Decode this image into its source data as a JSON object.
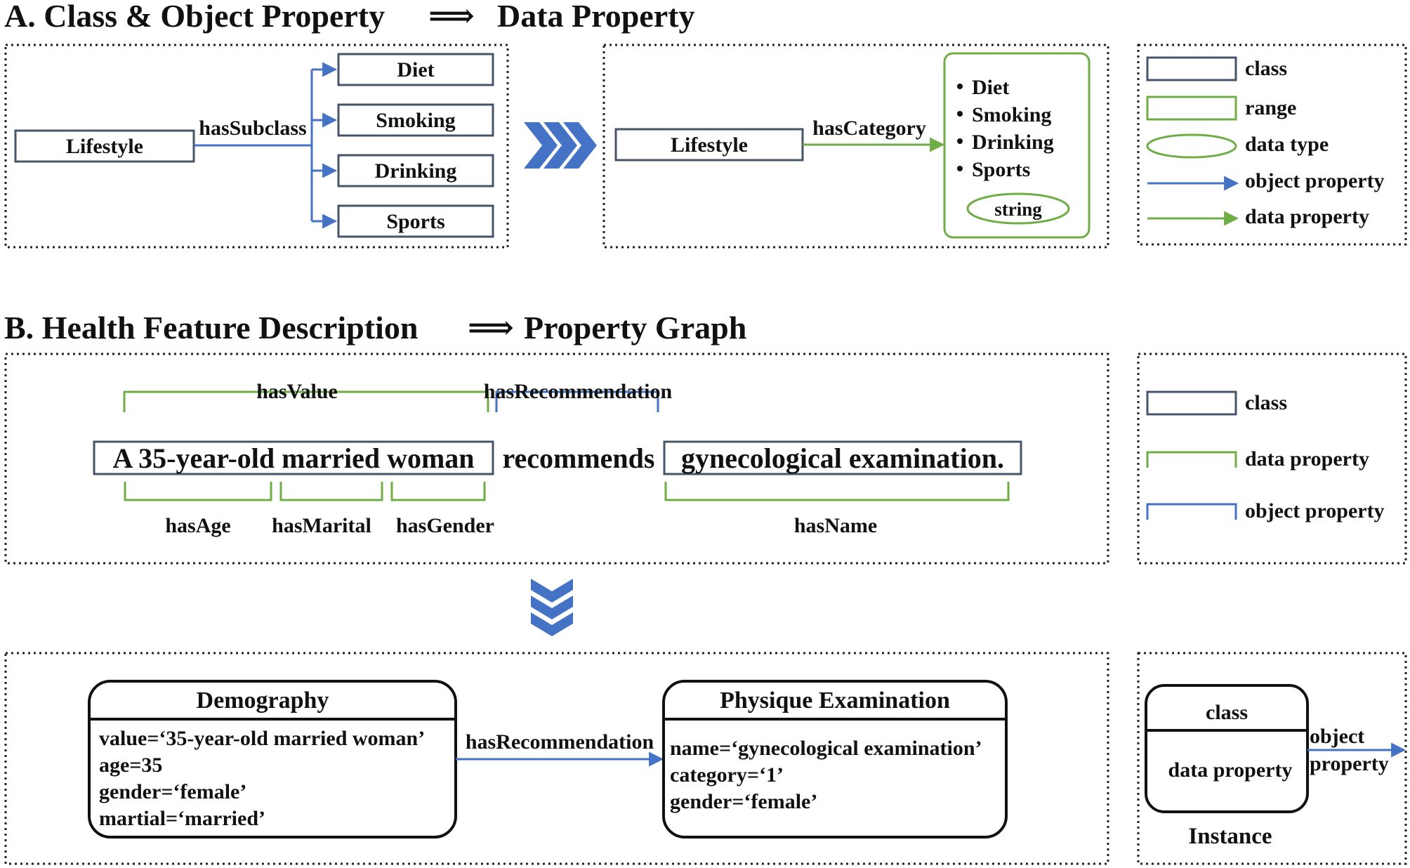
{
  "colors": {
    "class_border": "#44546a",
    "object_property": "#4472c4",
    "data_property": "#70ad47",
    "text": "#111111",
    "chevron": "#4472c4"
  },
  "section_a": {
    "title": "A. Class & Object Property",
    "arrow_glyph": "⟹",
    "title_right": "Data Property",
    "left": {
      "root_class": "Lifestyle",
      "relation": "hasSubclass",
      "subclasses": [
        "Diet",
        "Smoking",
        "Drinking",
        "Sports"
      ]
    },
    "right": {
      "root_class": "Lifestyle",
      "relation": "hasCategory",
      "range_items": [
        "Diet",
        "Smoking",
        "Drinking",
        "Sports"
      ],
      "data_type": "string"
    },
    "legend": {
      "class": "class",
      "range": "range",
      "data_type": "data type",
      "object_property": "object property",
      "data_property": "data property"
    }
  },
  "section_b": {
    "title": "B. Health Feature Description",
    "arrow_glyph": "⟹",
    "title_right": "Property Graph",
    "sentence": {
      "subject": "A 35-year-old married woman",
      "verb": "recommends",
      "object": "gynecological examination.",
      "top_labels": {
        "has_value": "hasValue",
        "has_recommendation": "hasRecommendation"
      },
      "bottom_labels": {
        "has_age": "hasAge",
        "has_marital": "hasMarital",
        "has_gender": "hasGender",
        "has_name": "hasName"
      }
    },
    "legend": {
      "class": "class",
      "data_property": "data property",
      "object_property": "object property"
    },
    "graph": {
      "left_node": {
        "title": "Demography",
        "props": [
          "value=‘35-year-old married woman’",
          "age=35",
          "gender=‘female’",
          "martial=‘married’"
        ]
      },
      "edge_label": "hasRecommendation",
      "right_node": {
        "title": "Physique Examination",
        "props": [
          "name=‘gynecological examination’",
          "category=‘1’",
          "gender=‘female’"
        ]
      }
    },
    "instance_legend": {
      "class": "class",
      "data_property": "data property",
      "object_line1": "object",
      "object_line2": "property",
      "caption": "Instance"
    }
  }
}
